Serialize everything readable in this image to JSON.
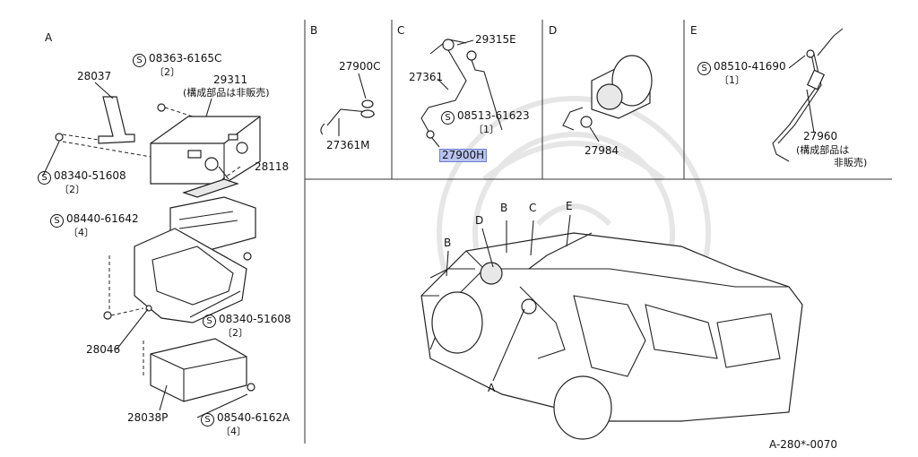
{
  "sections": {
    "a": "A",
    "b": "B",
    "c": "C",
    "d": "D",
    "e": "E"
  },
  "parts": {
    "p08363": "08363-6165C",
    "p08363_qty": "〔2〕",
    "p29311": "29311",
    "p29311_note": "(構成部品は非販売)",
    "p28037": "28037",
    "p28118": "28118",
    "p08340a": "08340-51608",
    "p08340a_qty": "〔2〕",
    "p08440": "08440-61642",
    "p08440_qty": "〔4〕",
    "p08340b": "08340-51608",
    "p08340b_qty": "〔2〕",
    "p28046": "28046",
    "p28038p": "28038P",
    "p08540": "08540-6162A",
    "p08540_qty": "〔4〕",
    "p27900c": "27900C",
    "p27361m": "27361M",
    "p29315e": "29315E",
    "p27361": "27361",
    "p08513": "08513-61623",
    "p08513_qty": "〔1〕",
    "p27900h": "27900H",
    "p27984": "27984",
    "p08510": "08510-41690",
    "p08510_qty": "〔1〕",
    "p27960": "27960",
    "p27960_note1": "(構成部品は",
    "p27960_note2": "非販売)"
  },
  "screw_symbol": "S",
  "car_callouts": {
    "b1": "B",
    "d": "D",
    "b2": "B",
    "c": "C",
    "e": "E",
    "a": "A"
  },
  "footer_code": "A-280*-0070",
  "highlight_color": "#b9c3f0"
}
